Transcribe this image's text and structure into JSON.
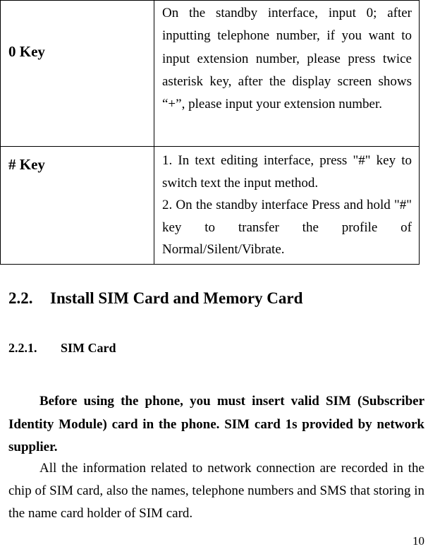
{
  "key_table": {
    "rows": [
      {
        "key": "0 Key",
        "description": "On the standby interface, input 0; after inputting telephone number, if you want to input extension number, please press twice asterisk key, after the display screen shows “+”, please input your extension number."
      },
      {
        "key": "# Key",
        "items": [
          "1. In text editing interface, press \"#\" key to switch text the input method.",
          "2. On the standby interface Press and hold \"#\" key to transfer the profile of Normal/Silent/Vibrate."
        ]
      }
    ]
  },
  "section": {
    "number": "2.2.",
    "title": "Install SIM Card and Memory Card"
  },
  "subsection": {
    "number": "2.2.1.",
    "title": "SIM Card"
  },
  "paragraphs": [
    "Before using the phone, you must insert valid SIM (Subscriber Identity Module) card in the phone. SIM card 1s provided by network supplier.",
    "All the information related to network connection are recorded in the chip of SIM card, also the names, telephone numbers and SMS that storing in the name card holder of SIM card."
  ],
  "page_number": "10"
}
